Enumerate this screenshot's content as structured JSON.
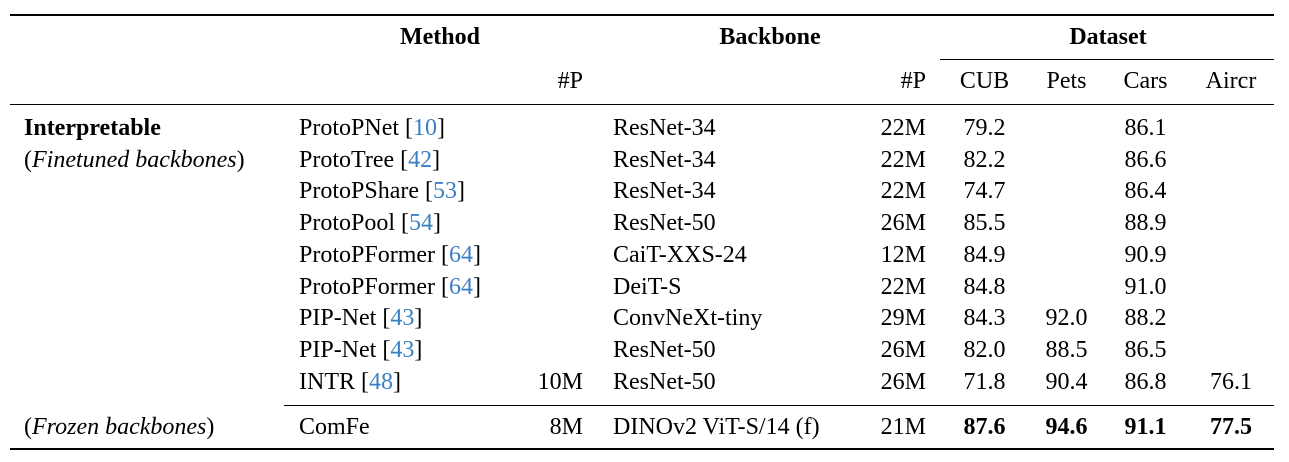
{
  "headers": {
    "method": "Method",
    "backbone": "Backbone",
    "dataset": "Dataset",
    "method_params": "#P",
    "backbone_params": "#P",
    "datasets": [
      "CUB",
      "Pets",
      "Cars",
      "Aircr"
    ]
  },
  "groups": {
    "interpretable_label": "Interpretable",
    "interpretable_sub": "Finetuned backbones",
    "frozen_sub": "Frozen backbones"
  },
  "rows": [
    {
      "method": "ProtoPNet",
      "cite": "10",
      "mparams": "",
      "backbone": "ResNet-34",
      "bparams": "22M",
      "cub": "79.2",
      "pets": "",
      "cars": "86.1",
      "aircr": ""
    },
    {
      "method": "ProtoTree",
      "cite": "42",
      "mparams": "",
      "backbone": "ResNet-34",
      "bparams": "22M",
      "cub": "82.2",
      "pets": "",
      "cars": "86.6",
      "aircr": ""
    },
    {
      "method": "ProtoPShare",
      "cite": "53",
      "mparams": "",
      "backbone": "ResNet-34",
      "bparams": "22M",
      "cub": "74.7",
      "pets": "",
      "cars": "86.4",
      "aircr": ""
    },
    {
      "method": "ProtoPool",
      "cite": "54",
      "mparams": "",
      "backbone": "ResNet-50",
      "bparams": "26M",
      "cub": "85.5",
      "pets": "",
      "cars": "88.9",
      "aircr": ""
    },
    {
      "method": "ProtoPFormer",
      "cite": "64",
      "mparams": "",
      "backbone": "CaiT-XXS-24",
      "bparams": "12M",
      "cub": "84.9",
      "pets": "",
      "cars": "90.9",
      "aircr": ""
    },
    {
      "method": "ProtoPFormer",
      "cite": "64",
      "mparams": "",
      "backbone": "DeiT-S",
      "bparams": "22M",
      "cub": "84.8",
      "pets": "",
      "cars": "91.0",
      "aircr": ""
    },
    {
      "method": "PIP-Net",
      "cite": "43",
      "mparams": "",
      "backbone": "ConvNeXt-tiny",
      "bparams": "29M",
      "cub": "84.3",
      "pets": "92.0",
      "cars": "88.2",
      "aircr": ""
    },
    {
      "method": "PIP-Net",
      "cite": "43",
      "mparams": "",
      "backbone": "ResNet-50",
      "bparams": "26M",
      "cub": "82.0",
      "pets": "88.5",
      "cars": "86.5",
      "aircr": ""
    },
    {
      "method": "INTR",
      "cite": "48",
      "mparams": "10M",
      "backbone": "ResNet-50",
      "bparams": "26M",
      "cub": "71.8",
      "pets": "90.4",
      "cars": "86.8",
      "aircr": "76.1"
    }
  ],
  "comfe": {
    "method": "ComFe",
    "mparams": "8M",
    "backbone": "DINOv2 ViT-S/14 (f)",
    "bparams": "21M",
    "cub": "87.6",
    "pets": "94.6",
    "cars": "91.1",
    "aircr": "77.5"
  }
}
